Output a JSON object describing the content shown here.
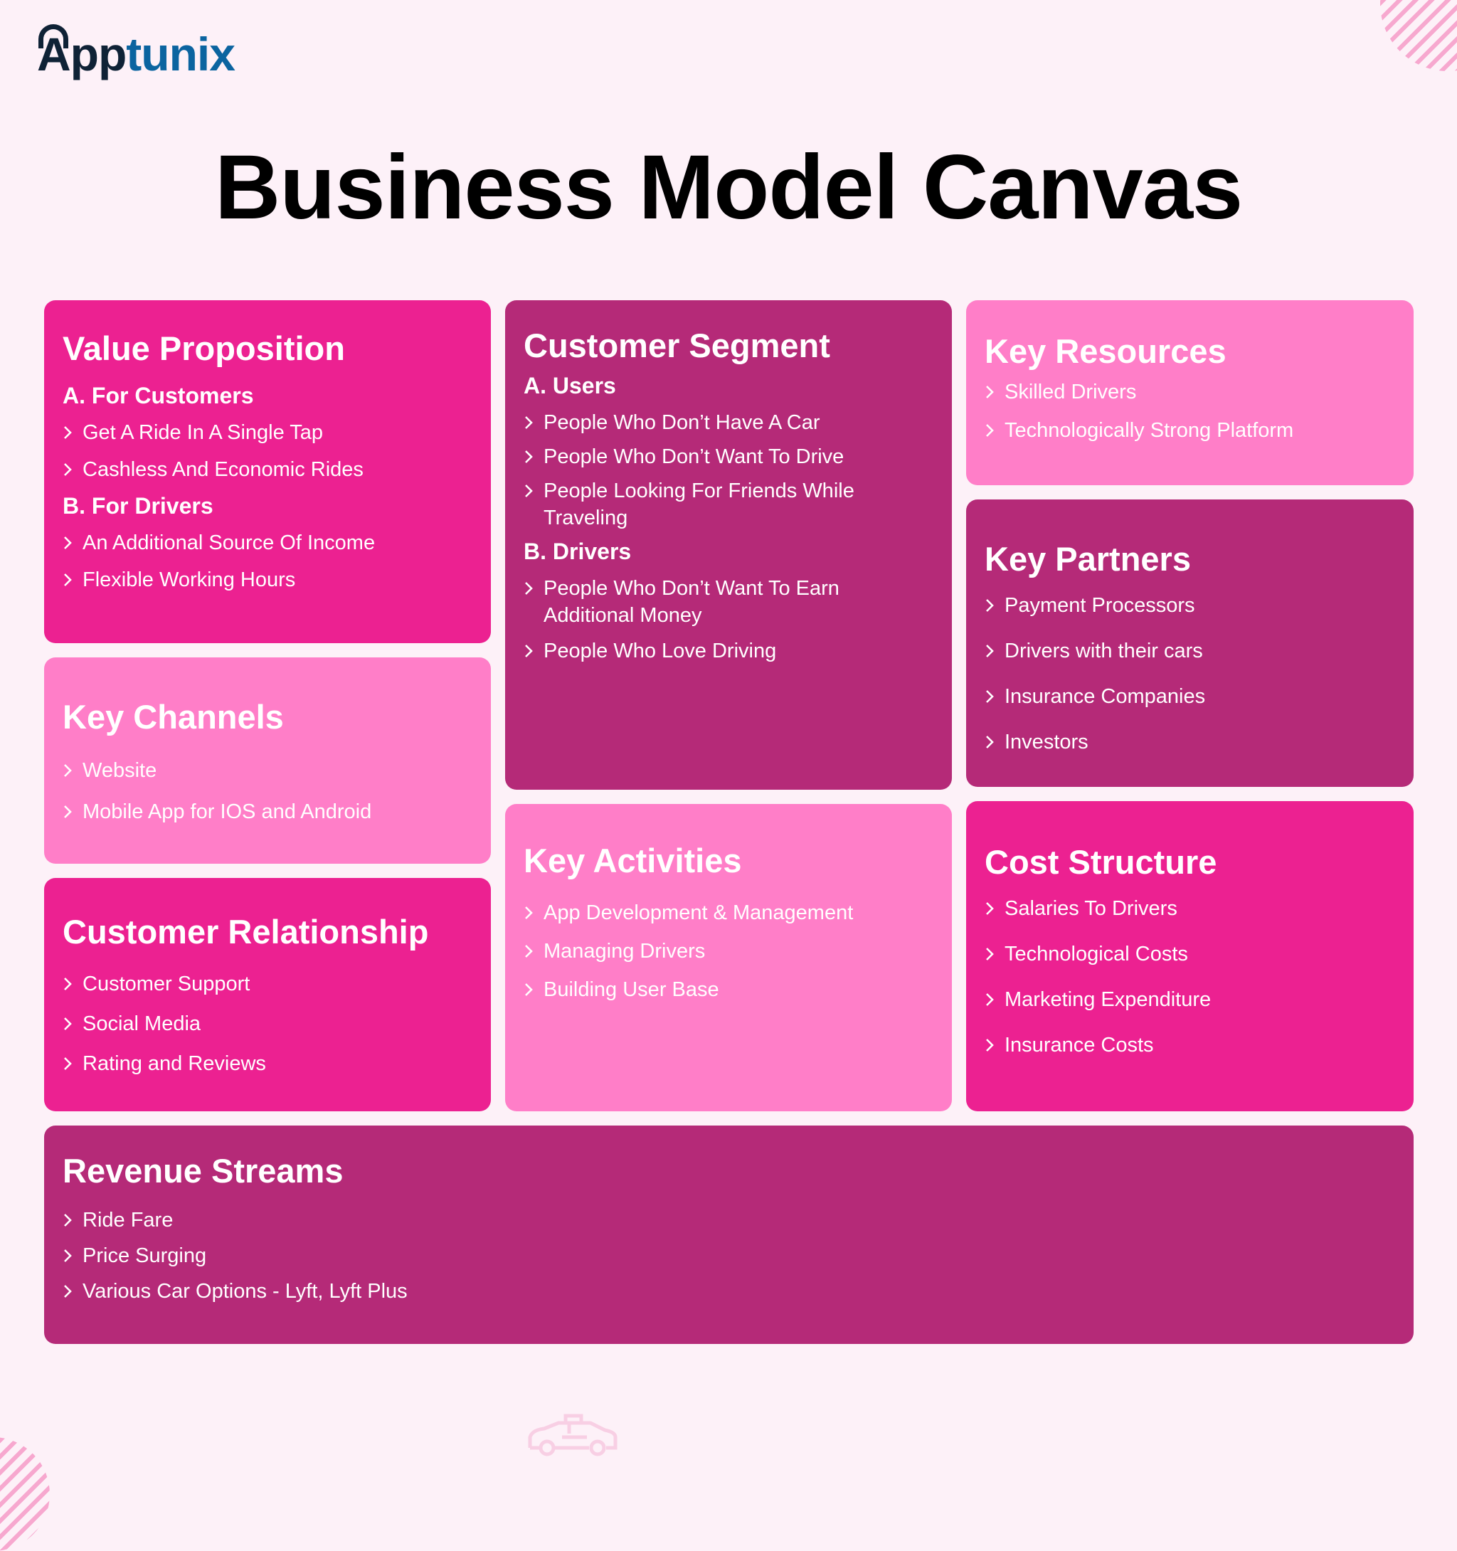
{
  "brand": {
    "logo_text_a": "App",
    "logo_text_b": "tunix"
  },
  "title": "Business Model Canvas",
  "colors": {
    "hot_pink": "#ec2191",
    "light_pink": "#ff7ec8",
    "purple": "#b52a78",
    "background": "#fdf1f8"
  },
  "icons": {
    "bullet": "chevron-right-icon",
    "decor": "taxi-car-icon"
  },
  "value_proposition": {
    "title": "Value Proposition",
    "a": "A. For Customers",
    "a_items": [
      "Get A Ride In A Single Tap",
      "Cashless And Economic Rides"
    ],
    "b": "B. For Drivers",
    "b_items": [
      "An Additional Source Of Income",
      "Flexible Working Hours"
    ]
  },
  "key_channels": {
    "title": "Key Channels",
    "items": [
      "Website",
      "Mobile App for IOS and Android"
    ]
  },
  "customer_relationship": {
    "title": "Customer Relationship",
    "items": [
      "Customer Support",
      "Social Media",
      "Rating and Reviews"
    ]
  },
  "customer_segment": {
    "title": "Customer Segment",
    "a": "A. Users",
    "a_items": [
      "People Who Don’t Have A Car",
      "People Who Don’t Want To Drive",
      "People Looking For Friends While Traveling"
    ],
    "b": "B. Drivers",
    "b_items": [
      "People Who Don’t Want To Earn Additional Money",
      "People Who Love Driving"
    ]
  },
  "key_activities": {
    "title": "Key Activities",
    "items": [
      "App Development & Management",
      "Managing Drivers",
      "Building User Base"
    ]
  },
  "key_resources": {
    "title": "Key Resources",
    "items": [
      "Skilled Drivers",
      "Technologically Strong Platform"
    ]
  },
  "key_partners": {
    "title": "Key Partners",
    "items": [
      "Payment Processors",
      "Drivers with their cars",
      "Insurance Companies",
      "Investors"
    ]
  },
  "cost_structure": {
    "title": "Cost Structure",
    "items": [
      "Salaries To Drivers",
      "Technological Costs",
      "Marketing Expenditure",
      "Insurance Costs"
    ]
  },
  "revenue_streams": {
    "title": "Revenue Streams",
    "items": [
      "Ride Fare",
      "Price Surging",
      "Various Car Options - Lyft, Lyft Plus"
    ]
  }
}
